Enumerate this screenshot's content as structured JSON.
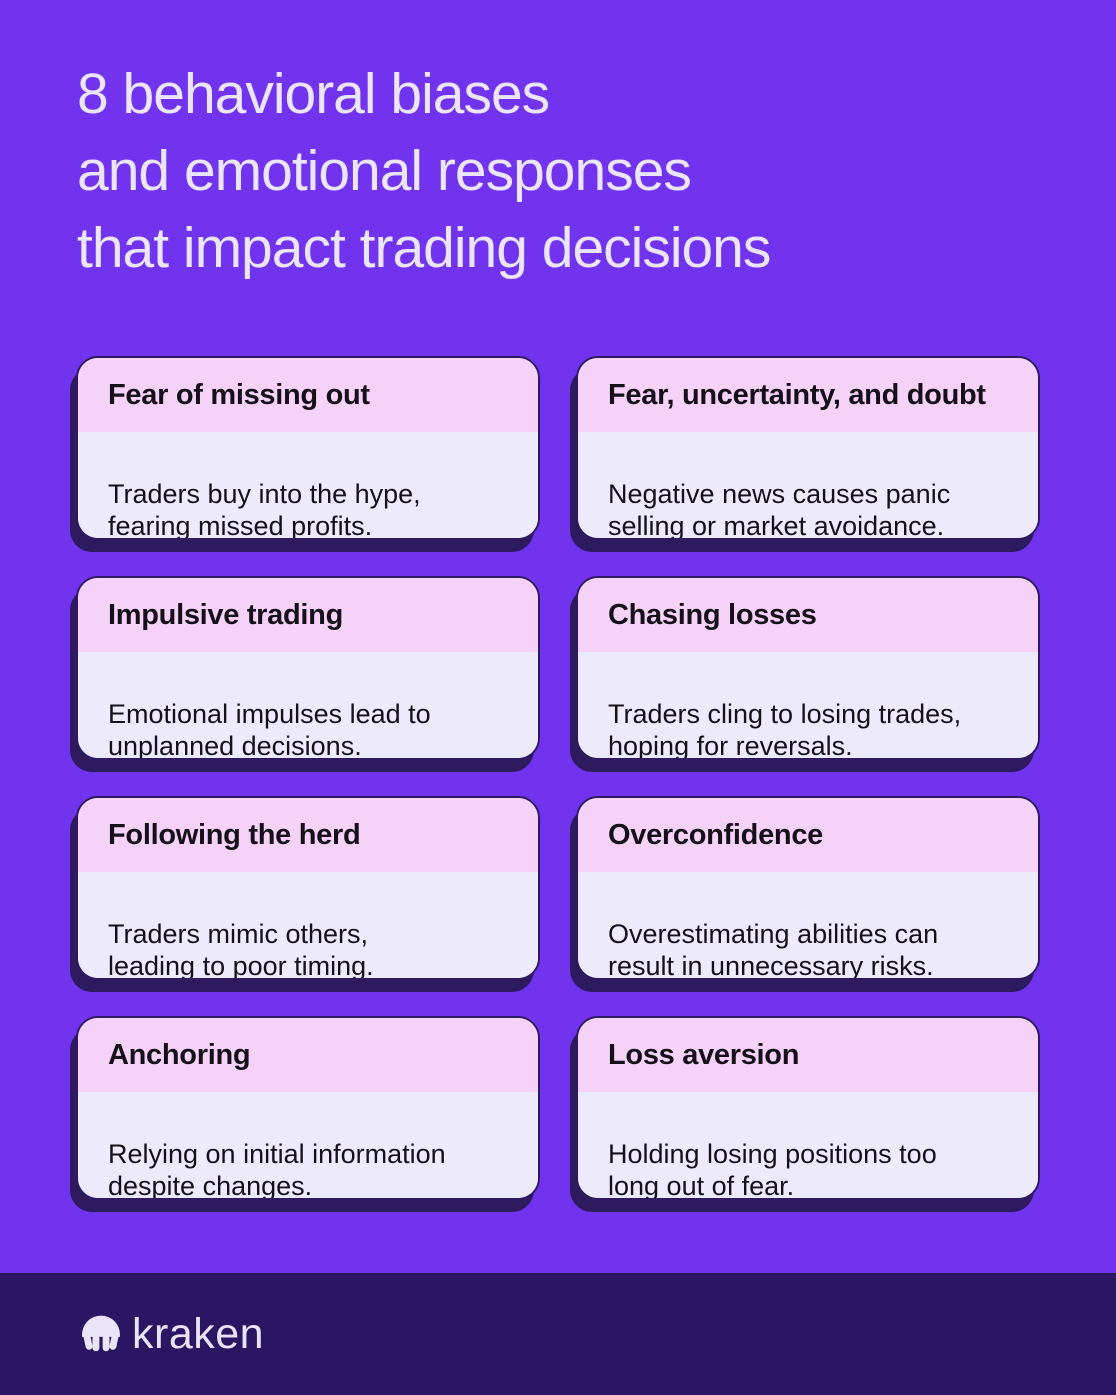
{
  "page": {
    "title_lines": [
      "8 behavioral biases",
      "and emotional responses",
      "that impact trading decisions"
    ]
  },
  "colors": {
    "background": "#7233ee",
    "title_text": "#eae5f9",
    "card_header_bg": "#f6d2f8",
    "card_body_bg": "#edebfb",
    "card_text": "#151019",
    "card_shadow": "#2e1a5f",
    "footer_bg": "#2a1663",
    "footer_text": "#e9e4f8"
  },
  "cards": [
    {
      "title": "Fear of missing out",
      "description": "Traders buy into the hype,\nfearing missed profits."
    },
    {
      "title": "Fear, uncertainty, and doubt",
      "description": "Negative news causes panic\nselling or market avoidance."
    },
    {
      "title": "Impulsive trading",
      "description": "Emotional impulses lead to\nunplanned decisions."
    },
    {
      "title": "Chasing losses",
      "description": "Traders cling to losing trades,\nhoping for reversals."
    },
    {
      "title": "Following the herd",
      "description": "Traders mimic others,\nleading to poor timing."
    },
    {
      "title": "Overconfidence",
      "description": "Overestimating abilities can\nresult in unnecessary risks."
    },
    {
      "title": "Anchoring",
      "description": "Relying on initial information\ndespite changes."
    },
    {
      "title": "Loss aversion",
      "description": "Holding losing positions too\nlong out of fear."
    }
  ],
  "footer": {
    "brand": "kraken",
    "logo_icon": "kraken-octopus-icon"
  }
}
